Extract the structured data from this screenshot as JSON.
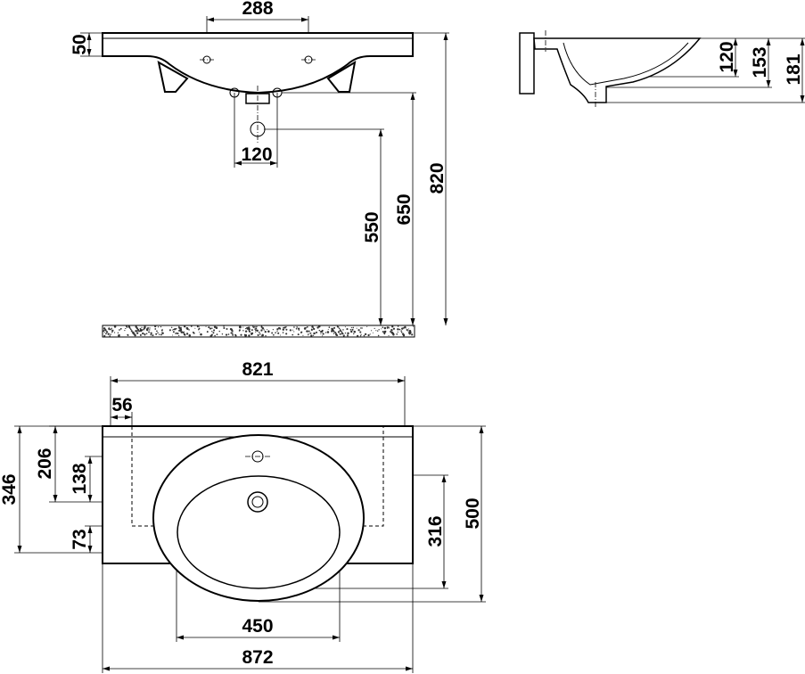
{
  "front_view": {
    "tap_spacing": "288",
    "slab_thickness": "50",
    "overflow_spacing": "120",
    "drain_height": "550",
    "outlet_height": "650",
    "top_height": "820"
  },
  "side_view": {
    "bowl_depth": "120",
    "drain_depth": "153",
    "total_depth": "181"
  },
  "top_view": {
    "cabinet_width": "821",
    "side_offset": "56",
    "drain_from_back": "206",
    "tap_to_drain": "138",
    "slab_depth": "346",
    "front_overhang": "73",
    "basin_depth": "316",
    "total_depth": "500",
    "basin_width": "450",
    "total_width": "872"
  }
}
